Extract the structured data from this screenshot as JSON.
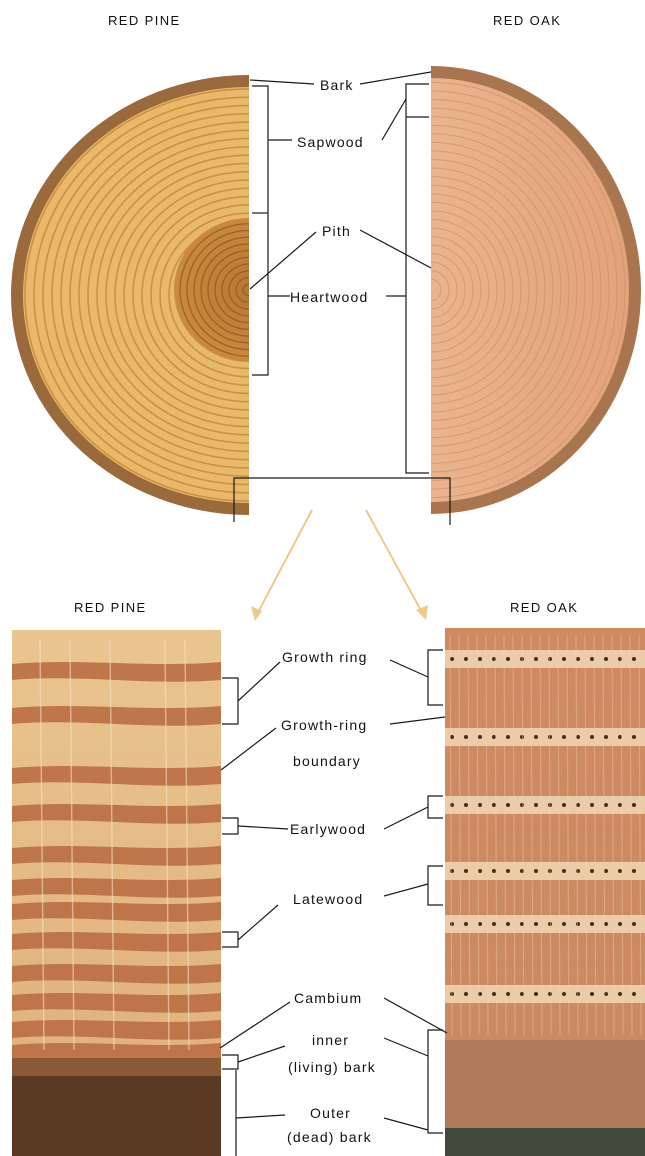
{
  "top": {
    "left_title": "RED PINE",
    "right_title": "RED OAK",
    "labels": {
      "bark": "Bark",
      "sapwood": "Sapwood",
      "pith": "Pith",
      "heartwood": "Heartwood"
    }
  },
  "bottom": {
    "left_title": "RED PINE",
    "right_title": "RED OAK",
    "labels": {
      "growth_ring": "Growth ring",
      "growth_ring_boundary_1": "Growth-ring",
      "growth_ring_boundary_2": "boundary",
      "earlywood": "Earlywood",
      "latewood": "Latewood",
      "cambium": "Cambium",
      "inner_bark_1": "inner",
      "inner_bark_2": "(living) bark",
      "outer_bark_1": "Outer",
      "outer_bark_2": "(dead) bark"
    }
  },
  "colors": {
    "pine_sapwood": "#e8b86b",
    "pine_heartwood": "#c98a3e",
    "pine_bark": "#9b6a3c",
    "oak_wood": "#e8b08a",
    "oak_bark": "#a8754f",
    "arrow": "#f0c98a"
  }
}
